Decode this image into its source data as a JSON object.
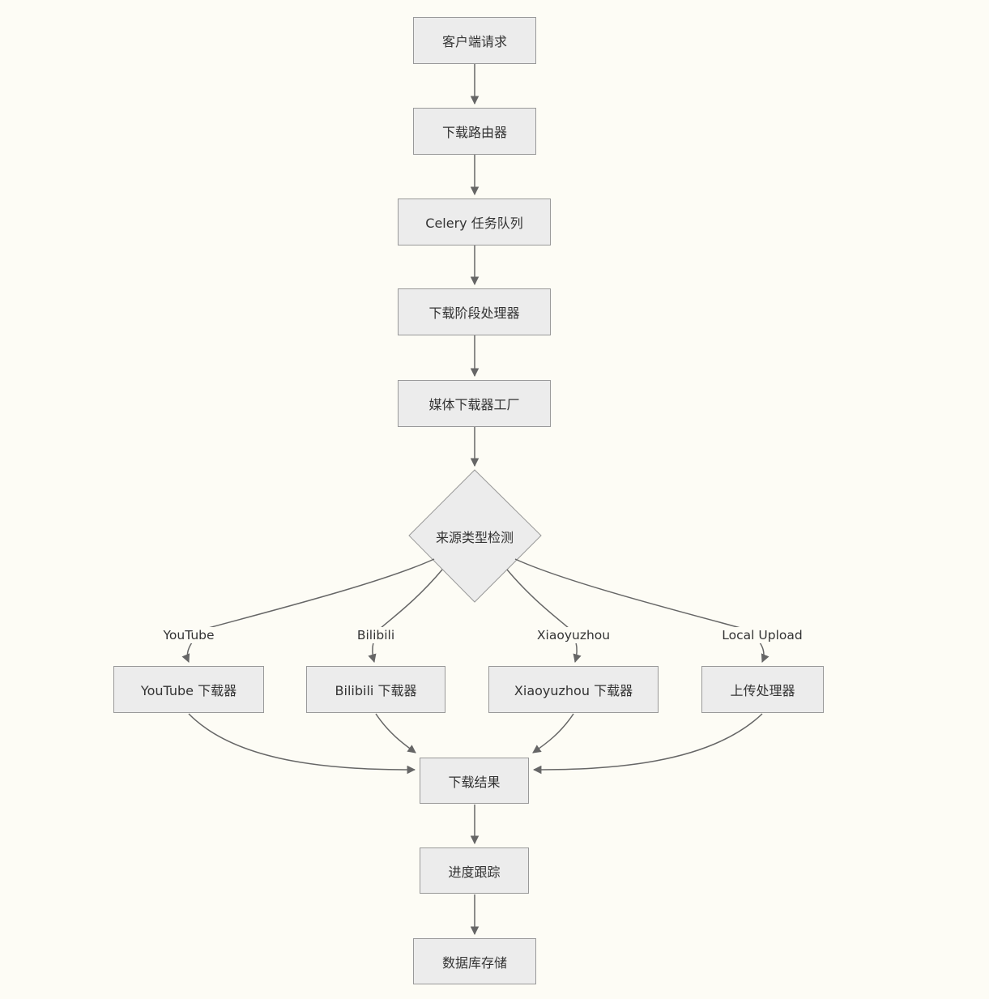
{
  "diagram": {
    "type": "flowchart",
    "direction": "top-down",
    "nodes": {
      "client_request": "客户端请求",
      "download_router": "下载路由器",
      "celery_queue": "Celery 任务队列",
      "download_stage_handler": "下载阶段处理器",
      "media_downloader_factory": "媒体下载器工厂",
      "source_type_detection": "来源类型检测",
      "youtube_downloader": "YouTube 下载器",
      "bilibili_downloader": "Bilibili 下载器",
      "xiaoyuzhou_downloader": "Xiaoyuzhou 下载器",
      "upload_handler": "上传处理器",
      "download_result": "下载结果",
      "progress_tracking": "进度跟踪",
      "database_storage": "数据库存储"
    },
    "edge_labels": {
      "youtube": "YouTube",
      "bilibili": "Bilibili",
      "xiaoyuzhou": "Xiaoyuzhou",
      "local_upload": "Local Upload"
    },
    "edges": [
      "客户端请求 -> 下载路由器",
      "下载路由器 -> Celery 任务队列",
      "Celery 任务队列 -> 下载阶段处理器",
      "下载阶段处理器 -> 媒体下载器工厂",
      "媒体下载器工厂 -> 来源类型检测",
      "来源类型检测 -YouTube-> YouTube 下载器",
      "来源类型检测 -Bilibili-> Bilibili 下载器",
      "来源类型检测 -Xiaoyuzhou-> Xiaoyuzhou 下载器",
      "来源类型检测 -Local Upload-> 上传处理器",
      "YouTube 下载器 -> 下载结果",
      "Bilibili 下载器 -> 下载结果",
      "Xiaoyuzhou 下载器 -> 下载结果",
      "上传处理器 -> 下载结果",
      "下载结果 -> 进度跟踪",
      "进度跟踪 -> 数据库存储"
    ],
    "colors": {
      "background": "#fdfcf5",
      "node_fill": "#ececec",
      "node_border": "#999999",
      "edge_stroke": "#666666",
      "text": "#333333"
    }
  }
}
